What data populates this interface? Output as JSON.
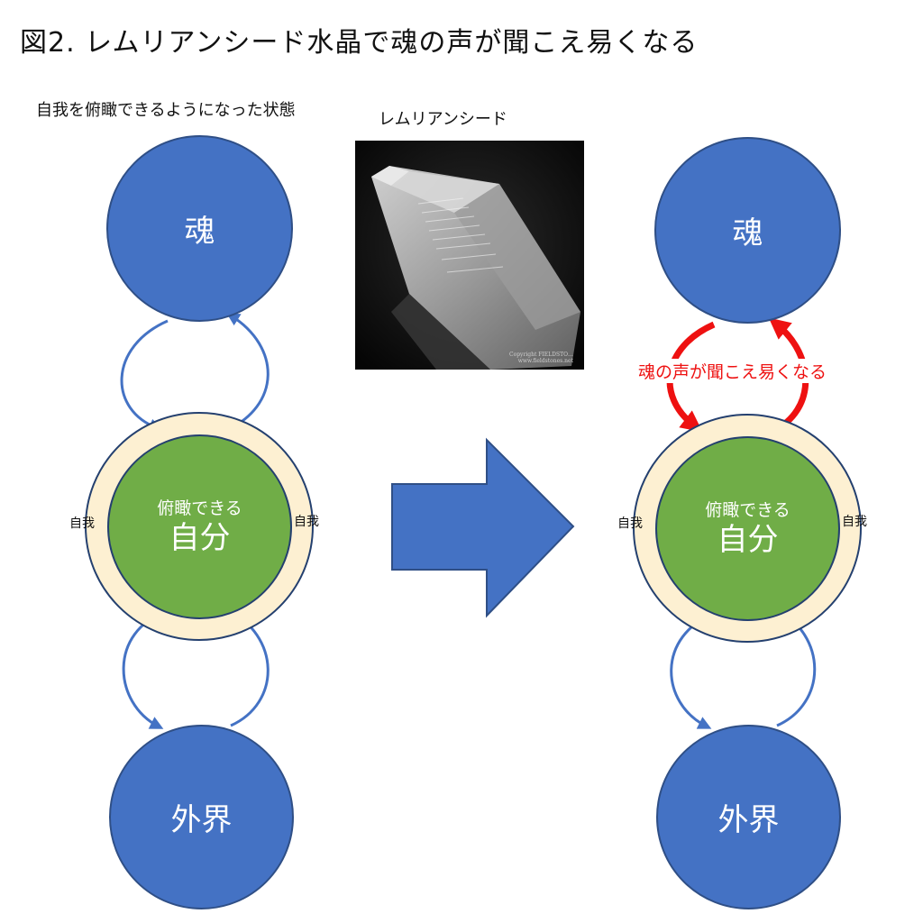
{
  "title": "図2. レムリアンシード水晶で魂の声が聞こえ易くなる",
  "left_caption": "自我を俯瞰できるようになった状態",
  "crystal": {
    "caption": "レムリアンシード",
    "credit_line1": "Copyright FIELDSTO…",
    "credit_line2": "www.fieldstones.net"
  },
  "left": {
    "soul": "魂",
    "self_small": "俯瞰できる",
    "self_big": "自分",
    "ego_left": "自我",
    "ego_right": "自我",
    "world": "外界"
  },
  "right": {
    "soul": "魂",
    "self_small": "俯瞰できる",
    "self_big": "自分",
    "ego_left": "自我",
    "ego_right": "自我",
    "world": "外界",
    "red_label": "魂の声が聞こえ易くなる"
  },
  "colors": {
    "circle_blue": "#4472c4",
    "self_green": "#70ad47",
    "ego_ring": "#fdf0d2",
    "arrow_blue": "#4472c4",
    "red_arrow": "#ee1111"
  }
}
